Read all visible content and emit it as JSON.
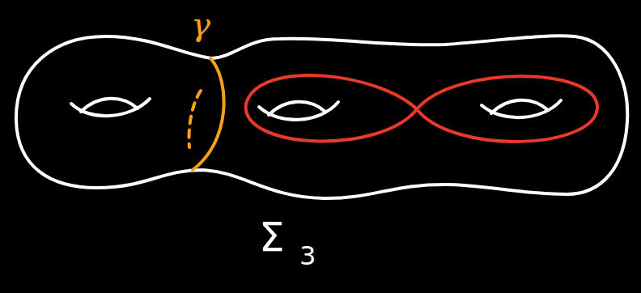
{
  "diagram": {
    "labels": [
      "γ",
      "Σ",
      "3"
    ]
  }
}
